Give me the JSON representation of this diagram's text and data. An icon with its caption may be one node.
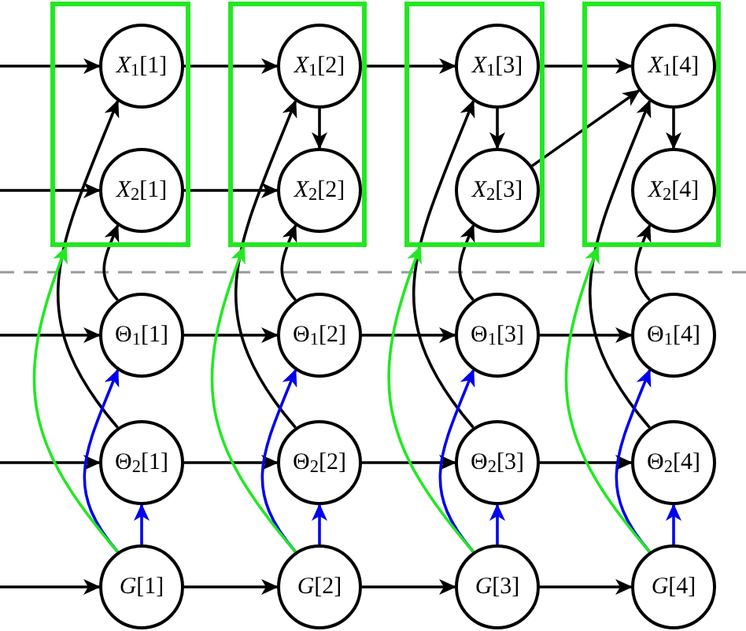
{
  "diagram": {
    "nodes": [
      {
        "text": [],
        "shape": "box"
      },
      {
        "text": [
          "*X*$_{1}$[1]"
        ],
        "in": 0
      },
      {
        "text": [
          "*X*$_{2}$[1]"
        ],
        "in": 0
      },
      {
        "text": [],
        "shape": "box"
      },
      {
        "text": [
          "*X*$_{1}$[2]"
        ],
        "in": 3
      },
      {
        "text": [
          "*X*$_{2}$[2]"
        ],
        "in": 3
      },
      {
        "text": [],
        "shape": "box"
      },
      {
        "text": [
          "*X*$_{1}$[3]"
        ],
        "in": 6
      },
      {
        "text": [
          "*X*$_{2}$[3]"
        ],
        "in": 6
      },
      {
        "text": [],
        "shape": "box"
      },
      {
        "text": [
          "*X*$_{1}$[4]"
        ],
        "in": 9
      },
      {
        "text": [
          "*X*$_{2}$[4]"
        ],
        "in": 9
      },
      {
        "text": [
          "Θ$_{1}$[1]"
        ]
      },
      {
        "text": [
          "Θ$_{1}$[2]"
        ]
      },
      {
        "text": [
          "Θ$_{1}$[3]"
        ]
      },
      {
        "text": [
          "Θ$_{1}$[4]"
        ]
      },
      {
        "text": [
          "Θ$_{2}$[1]"
        ]
      },
      {
        "text": [
          "Θ$_{2}$[2]"
        ]
      },
      {
        "text": [
          "Θ$_{2}$[3]"
        ]
      },
      {
        "text": [
          "Θ$_{2}$[4]"
        ]
      },
      {
        "text": [
          "*G*[1]"
        ]
      },
      {
        "text": [
          "*G*[2]"
        ]
      },
      {
        "text": [
          "*G*[3]"
        ]
      },
      {
        "text": [
          "*G*[4]"
        ]
      }
    ],
    "edges": [
      {
        "from": null,
        "to": 1,
        "arrow": "to"
      },
      {
        "from": 1,
        "to": 4,
        "arrow": "to"
      },
      {
        "from": 4,
        "to": 7,
        "arrow": "to"
      },
      {
        "from": 7,
        "to": 10,
        "arrow": "to"
      },
      {
        "from": null,
        "to": 2,
        "arrow": "to"
      },
      {
        "from": 2,
        "to": 5,
        "arrow": "to"
      },
      {
        "from": 4,
        "to": 5,
        "arrow": "to"
      },
      {
        "from": 7,
        "to": 8,
        "arrow": "to"
      },
      {
        "from": 10,
        "to": 11,
        "arrow": "to"
      },
      {
        "from": 8,
        "to": 10,
        "arrow": "to"
      },
      {
        "from": null,
        "to": 12,
        "arrow": "to"
      },
      {
        "from": 12,
        "to": 13,
        "arrow": "to"
      },
      {
        "from": 13,
        "to": 14,
        "arrow": "to"
      },
      {
        "from": 14,
        "to": 15,
        "arrow": "to"
      },
      {
        "from": null,
        "to": 16,
        "arrow": "to"
      },
      {
        "from": 16,
        "to": 17,
        "arrow": "to"
      },
      {
        "from": 17,
        "to": 18,
        "arrow": "to"
      },
      {
        "from": 18,
        "to": 19,
        "arrow": "to"
      },
      {
        "from": null,
        "to": 20,
        "arrow": "to"
      },
      {
        "from": 20,
        "to": 21,
        "arrow": "to"
      },
      {
        "from": 21,
        "to": 22,
        "arrow": "to"
      },
      {
        "from": 22,
        "to": 23,
        "arrow": "to"
      },
      {
        "from": 16,
        "to": 1,
        "arrow": "to"
      },
      {
        "from": 17,
        "to": 4,
        "arrow": "to"
      },
      {
        "from": 18,
        "to": 7,
        "arrow": "to"
      },
      {
        "from": 19,
        "to": 10,
        "arrow": "to"
      },
      {
        "from": 12,
        "to": 2,
        "arrow": "to"
      },
      {
        "from": 13,
        "to": 5,
        "arrow": "to"
      },
      {
        "from": 14,
        "to": 8,
        "arrow": "to"
      },
      {
        "from": 15,
        "to": 11,
        "arrow": "to"
      },
      {
        "from": 20,
        "to": 12,
        "arrow": "to",
        "color": "#0000ee"
      },
      {
        "from": 21,
        "to": 13,
        "arrow": "to",
        "color": "#0000ee"
      },
      {
        "from": 22,
        "to": 14,
        "arrow": "to",
        "color": "#0000ee"
      },
      {
        "from": 23,
        "to": 15,
        "arrow": "to",
        "color": "#0000ee"
      },
      {
        "from": 20,
        "to": 16,
        "arrow": "to",
        "color": "#0000ee"
      },
      {
        "from": 21,
        "to": 17,
        "arrow": "to",
        "color": "#0000ee"
      },
      {
        "from": 22,
        "to": 18,
        "arrow": "to",
        "color": "#0000ee"
      },
      {
        "from": 23,
        "to": 19,
        "arrow": "to",
        "color": "#0000ee"
      },
      {
        "from": 20,
        "to": 0,
        "arrow": "to",
        "color": "#22e822"
      },
      {
        "from": 21,
        "to": 3,
        "arrow": "to",
        "color": "#22e822"
      },
      {
        "from": 22,
        "to": 6,
        "arrow": "to",
        "color": "#22e822"
      },
      {
        "from": 23,
        "to": 9,
        "arrow": "to",
        "color": "#22e822"
      }
    ]
  }
}
